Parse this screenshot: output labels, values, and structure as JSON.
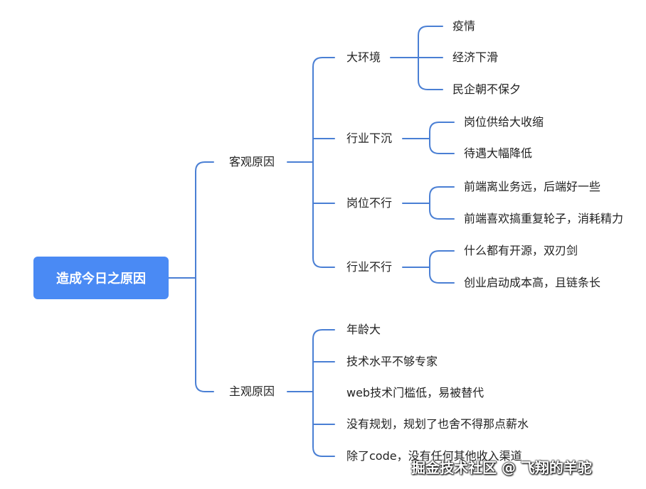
{
  "root": "造成今日之原因",
  "branches": [
    {
      "label": "客观原因",
      "children": [
        {
          "label": "大环境",
          "children": [
            "疫情",
            "经济下滑",
            "民企朝不保夕"
          ]
        },
        {
          "label": "行业下沉",
          "children": [
            "岗位供给大收缩",
            "待遇大幅降低"
          ]
        },
        {
          "label": "岗位不行",
          "children": [
            "前端离业务远，后端好一些",
            "前端喜欢搞重复轮子，消耗精力"
          ]
        },
        {
          "label": "行业不行",
          "children": [
            "什么都有开源，双刃剑",
            "创业启动成本高，且链条长"
          ]
        }
      ]
    },
    {
      "label": "主观原因",
      "children": [
        {
          "label": "年龄大"
        },
        {
          "label": "技术水平不够专家"
        },
        {
          "label": "web技术门槛低，易被替代"
        },
        {
          "label": "没有规划，规划了也舍不得那点薪水"
        },
        {
          "label": "除了code，没有任何其他收入渠道"
        }
      ]
    }
  ],
  "watermark": "掘金技术社区 @ 飞翔的羊驼",
  "line_color": "#4a7fd4",
  "root_color": "#4a8af4"
}
